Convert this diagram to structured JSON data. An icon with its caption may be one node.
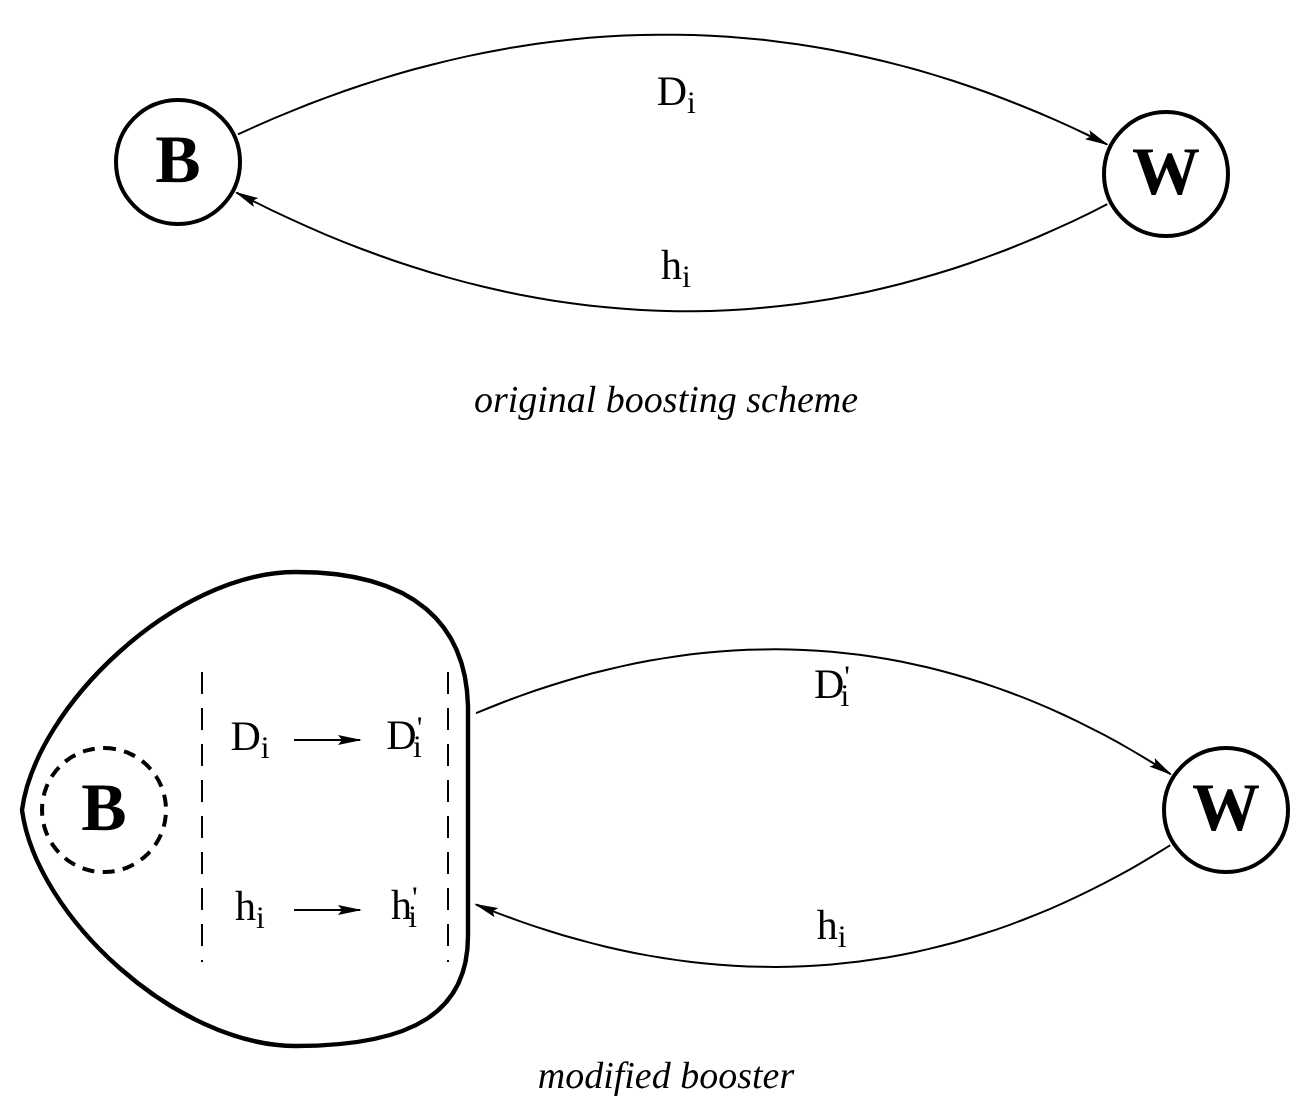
{
  "diagram": {
    "nodes": [
      {
        "text": [
          "B"
        ]
      },
      {
        "text": [
          "W"
        ]
      },
      {
        "text": [],
        "shape": "blob"
      },
      {
        "text": [
          "B"
        ],
        "in": 2
      },
      {
        "text": [
          "D$_{i}$"
        ],
        "in": 2
      },
      {
        "text": [
          "D$^{'}$$_{i}$"
        ],
        "in": 2
      },
      {
        "text": [
          "h$_{i}$"
        ],
        "in": 2
      },
      {
        "text": [
          "h$^{'}$$_{i}$"
        ],
        "in": 2
      },
      {
        "text": [
          "W"
        ]
      }
    ],
    "edges": [
      {
        "from": 0,
        "to": 1,
        "arrow": "to",
        "label": "D$_{i}$"
      },
      {
        "from": 1,
        "to": 0,
        "arrow": "to",
        "label": "h$_{i}$"
      },
      {
        "from": 2,
        "to": 8,
        "arrow": "to",
        "label": "D$^{'}$$_{i}$"
      },
      {
        "from": 8,
        "to": 2,
        "arrow": "to",
        "label": "h$_{i}$"
      },
      {
        "from": 4,
        "to": 5,
        "arrow": "to"
      },
      {
        "from": 6,
        "to": 7,
        "arrow": "to"
      }
    ],
    "labels": [
      "original boosting scheme",
      "modified booster"
    ]
  }
}
